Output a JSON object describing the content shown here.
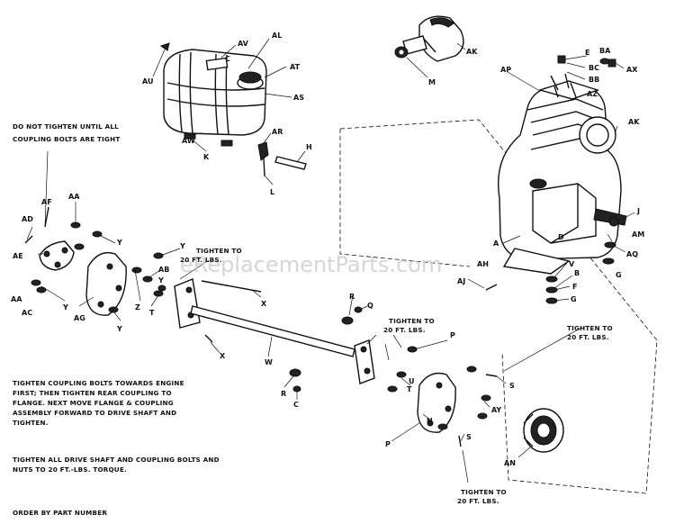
{
  "watermark": "eReplacementParts.com",
  "notes": {
    "do_not_tighten": [
      "DO NOT TIGHTEN UNTIL ALL",
      "COUPLING BOLTS ARE TIGHT"
    ],
    "tighten_left": [
      "TIGHTEN TO",
      "20 FT. LBS."
    ],
    "tighten_center": [
      "TIGHTEN TO",
      "20 FT. LBS."
    ],
    "tighten_right": [
      "TIGHTEN TO",
      "20 FT. LBS."
    ],
    "tighten_bottom": [
      "TIGHTEN TO",
      "20 FT. LBS."
    ],
    "coupling_instructions": [
      "TIGHTEN COUPLING BOLTS TOWARDS ENGINE",
      "FIRST; THEN TIGHTEN REAR COUPLING TO",
      "FLANGE. NEXT MOVE FLANGE & COUPLING",
      "ASSEMBLY FORWARD TO DRIVE SHAFT AND",
      "TIGHTEN."
    ],
    "torque_instructions": [
      "TIGHTEN ALL DRIVE SHAFT AND COUPLING BOLTS AND",
      "NUTS TO 20 FT.-LBS. TORQUE."
    ],
    "order_by": "ORDER BY PART NUMBER"
  },
  "labels": [
    {
      "id": "lbl-au",
      "text": "AU"
    },
    {
      "id": "lbl-av",
      "text": "AV"
    },
    {
      "id": "lbl-c-top",
      "text": "C"
    },
    {
      "id": "lbl-al",
      "text": "AL"
    },
    {
      "id": "lbl-at",
      "text": "AT"
    },
    {
      "id": "lbl-as",
      "text": "AS"
    },
    {
      "id": "lbl-aw",
      "text": "AW"
    },
    {
      "id": "lbl-k",
      "text": "K"
    },
    {
      "id": "lbl-ar",
      "text": "AR"
    },
    {
      "id": "lbl-h",
      "text": "H"
    },
    {
      "id": "lbl-l",
      "text": "L"
    },
    {
      "id": "lbl-ak-top",
      "text": "AK"
    },
    {
      "id": "lbl-m",
      "text": "M"
    },
    {
      "id": "lbl-ap",
      "text": "AP"
    },
    {
      "id": "lbl-e",
      "text": "E"
    },
    {
      "id": "lbl-ba",
      "text": "BA"
    },
    {
      "id": "lbl-bc",
      "text": "BC"
    },
    {
      "id": "lbl-bb",
      "text": "BB"
    },
    {
      "id": "lbl-ax",
      "text": "AX"
    },
    {
      "id": "lbl-az",
      "text": "AZ"
    },
    {
      "id": "lbl-ak-right",
      "text": "AK"
    },
    {
      "id": "lbl-j",
      "text": "J"
    },
    {
      "id": "lbl-am",
      "text": "AM"
    },
    {
      "id": "lbl-a",
      "text": "A"
    },
    {
      "id": "lbl-d",
      "text": "D"
    },
    {
      "id": "lbl-ah",
      "text": "AH"
    },
    {
      "id": "lbl-aj",
      "text": "AJ"
    },
    {
      "id": "lbl-v",
      "text": "V"
    },
    {
      "id": "lbl-b",
      "text": "B"
    },
    {
      "id": "lbl-f",
      "text": "F"
    },
    {
      "id": "lbl-g-right",
      "text": "G"
    },
    {
      "id": "lbl-g-center",
      "text": "G"
    },
    {
      "id": "lbl-aq",
      "text": "AQ"
    },
    {
      "id": "lbl-ad",
      "text": "AD"
    },
    {
      "id": "lbl-af",
      "text": "AF"
    },
    {
      "id": "lbl-aa-top",
      "text": "AA"
    },
    {
      "id": "lbl-ae",
      "text": "AE"
    },
    {
      "id": "lbl-y-top",
      "text": "Y"
    },
    {
      "id": "lbl-aa-bottom",
      "text": "AA"
    },
    {
      "id": "lbl-ac",
      "text": "AC"
    },
    {
      "id": "lbl-y-left",
      "text": "Y"
    },
    {
      "id": "lbl-ag",
      "text": "AG"
    },
    {
      "id": "lbl-y-right",
      "text": "Y"
    },
    {
      "id": "lbl-y-mid",
      "text": "Y"
    },
    {
      "id": "lbl-ab",
      "text": "AB"
    },
    {
      "id": "lbl-z",
      "text": "Z"
    },
    {
      "id": "lbl-t-left",
      "text": "T"
    },
    {
      "id": "lbl-y-low",
      "text": "Y"
    },
    {
      "id": "lbl-x-top",
      "text": "X"
    },
    {
      "id": "lbl-x-bottom",
      "text": "X"
    },
    {
      "id": "lbl-w",
      "text": "W"
    },
    {
      "id": "lbl-r-top",
      "text": "R"
    },
    {
      "id": "lbl-q",
      "text": "Q"
    },
    {
      "id": "lbl-p-top",
      "text": "P"
    },
    {
      "id": "lbl-t-center",
      "text": "T"
    },
    {
      "id": "lbl-u",
      "text": "U"
    },
    {
      "id": "lbl-s-right",
      "text": "S"
    },
    {
      "id": "lbl-r-bottom",
      "text": "R"
    },
    {
      "id": "lbl-c-bottom",
      "text": "C"
    },
    {
      "id": "lbl-n",
      "text": "N"
    },
    {
      "id": "lbl-ay",
      "text": "AY"
    },
    {
      "id": "lbl-p-bottom",
      "text": "P"
    },
    {
      "id": "lbl-s-bottom",
      "text": "S"
    },
    {
      "id": "lbl-an",
      "text": "AN"
    }
  ]
}
